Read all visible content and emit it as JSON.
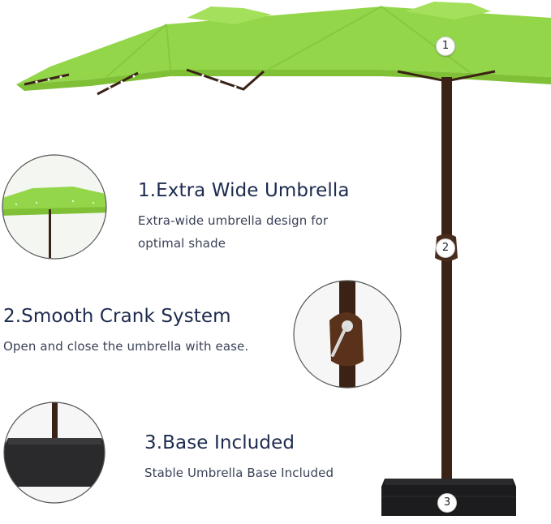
{
  "features": [
    {
      "title": "1.Extra Wide Umbrella",
      "description_lines": [
        "Extra-wide umbrella design for",
        "optimal shade"
      ]
    },
    {
      "title": "2.Smooth Crank System",
      "description_lines": [
        "Open and close the umbrella with ease."
      ]
    },
    {
      "title": "3.Base Included",
      "description_lines": [
        "Stable Umbrella Base Included"
      ]
    }
  ],
  "markers": [
    "1",
    "2",
    "3"
  ],
  "colors": {
    "canopy": "#93d64a",
    "pole": "#3b2216",
    "base": "#1c1c1e",
    "heading": "#1d2b4f",
    "body_text": "#3b4258"
  }
}
